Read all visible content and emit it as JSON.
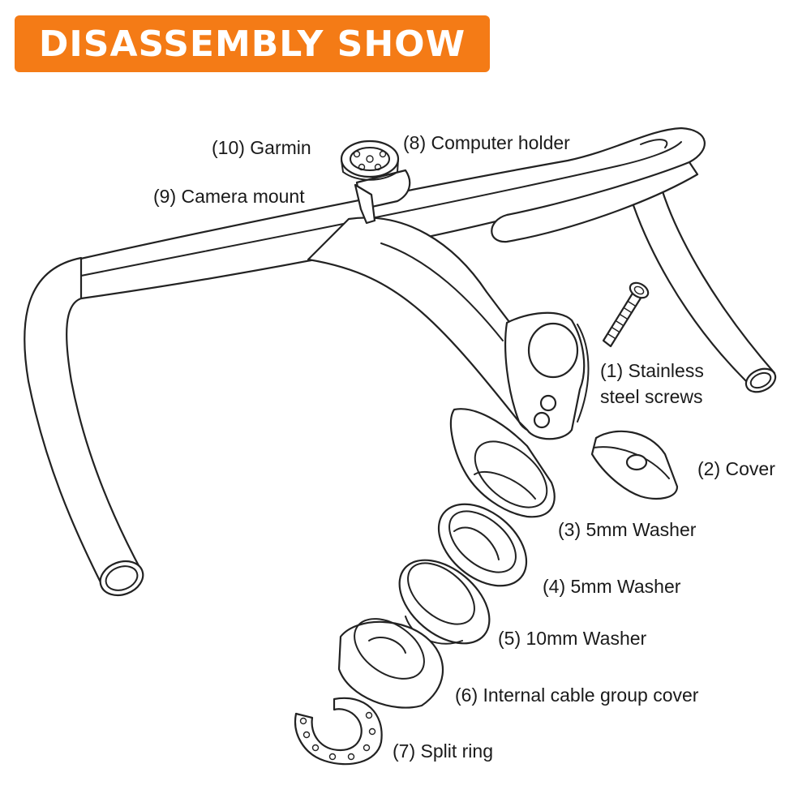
{
  "banner": {
    "title": "DISASSEMBLY SHOW",
    "color": "#f47b16"
  },
  "parts": [
    {
      "id": "label-garmin",
      "text": "(10) Garmin"
    },
    {
      "id": "label-computer-holder",
      "text": "(8) Computer holder"
    },
    {
      "id": "label-camera-mount",
      "text": "(9) Camera mount"
    },
    {
      "id": "label-screws-line1",
      "text": "(1) Stainless"
    },
    {
      "id": "label-screws-line2",
      "text": "steel screws"
    },
    {
      "id": "label-cover",
      "text": "(2) Cover"
    },
    {
      "id": "label-washer-3",
      "text": "(3) 5mm Washer"
    },
    {
      "id": "label-washer-4",
      "text": "(4) 5mm Washer"
    },
    {
      "id": "label-washer-5",
      "text": "(5) 10mm Washer"
    },
    {
      "id": "label-cable-cover",
      "text": "(6) Internal cable group cover"
    },
    {
      "id": "label-split-ring",
      "text": "(7) Split ring"
    }
  ]
}
